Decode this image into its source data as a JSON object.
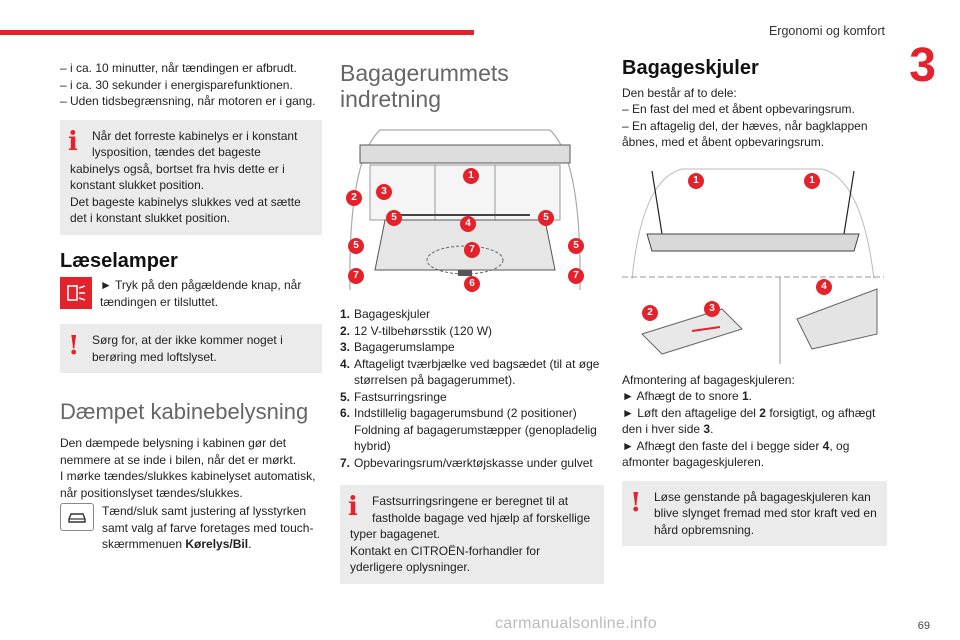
{
  "header": {
    "section": "Ergonomi og komfort",
    "chapter": "3"
  },
  "col1": {
    "bullets": [
      "– i ca. 10 minutter, når tændingen er afbrudt.",
      "– i ca. 30 sekunder i energisparefunktionen.",
      "– Uden tidsbegrænsning, når motoren er i gang."
    ],
    "info1_l1": "Når det forreste kabinelys er i konstant",
    "info1_l2": "lysposition, tændes det bageste",
    "info1_rest": "kabinelys også, bortset fra hvis dette er i konstant slukket position.",
    "info1_rest2": "Det bageste kabinelys slukkes ved at sætte det i konstant slukket position.",
    "laeselamper_title": "Læselamper",
    "laeselamper_text": "► Tryk på den pågældende knap, når tændingen er tilsluttet.",
    "warn1": "Sørg for, at der ikke kommer noget i berøring med loftslyset.",
    "daempet_title": "Dæmpet kabinebelysning",
    "daempet_p1": "Den dæmpede belysning i kabinen gør det nemmere at se inde i bilen, når det er mørkt.",
    "daempet_p2": "I mørke tændes/slukkes kabinelyset automatisk, når positionslyset tændes/slukkes.",
    "daempet_p3": "Tænd/sluk samt justering af lysstyrken samt valg af farve foretages med touch-skærmmenuen ",
    "daempet_p3_bold": "Kørelys/Bil",
    "daempet_p3_end": "."
  },
  "col2": {
    "title_l1": "Bagagerummets",
    "title_l2": "indretning",
    "items": [
      {
        "n": "1.",
        "t": "Bagageskjuler"
      },
      {
        "n": "2.",
        "t": "12 V-tilbehørsstik (120 W)"
      },
      {
        "n": "3.",
        "t": "Bagagerumslampe"
      },
      {
        "n": "4.",
        "t": "Aftageligt tværbjælke ved bagsædet (til at øge størrelsen på bagagerummet)."
      },
      {
        "n": "5.",
        "t": "Fastsurringsringe"
      },
      {
        "n": "6.",
        "t": "Indstillelig bagagerumsbund (2 positioner) Foldning af bagagerumstæpper (genopladelig hybrid)"
      },
      {
        "n": "7.",
        "t": "Opbevaringsrum/værktøjskasse under gulvet"
      }
    ],
    "info_l1": "Fastsurringsringene er beregnet til at",
    "info_l2": "fastholde bagage ved hjælp af forskellige",
    "info_rest": "typer bagagenet.",
    "info_rest2": "Kontakt en CITROËN-forhandler for yderligere oplysninger.",
    "fig_labels": [
      "1",
      "2",
      "3",
      "5",
      "4",
      "5",
      "5",
      "5",
      "7",
      "7",
      "6",
      "7"
    ]
  },
  "col3": {
    "title": "Bagageskjuler",
    "intro": "Den består af to dele:",
    "p1": "– En fast del med et åbent opbevaringsrum.",
    "p2": "– En aftagelig del, der hæves, når bagklappen åbnes, med et åbent opbevaringsrum.",
    "afmont": "Afmontering af bagageskjuleren:",
    "s1a": "► Afhægt de to snore ",
    "s1b": "1",
    "s1c": ".",
    "s2a": "► Løft den aftagelige del ",
    "s2b": "2",
    "s2c": " forsigtigt, og afhægt den i hver side ",
    "s2d": "3",
    "s2e": ".",
    "s3a": "► Afhægt den faste del i begge sider ",
    "s3b": "4",
    "s3c": ", og afmonter bagageskjuleren.",
    "warn": "Løse genstande på bagageskjuleren kan blive slynget fremad med stor kraft ved en hård opbremsning.",
    "fig_labels": [
      "1",
      "1",
      "2",
      "3",
      "4"
    ]
  },
  "footer": {
    "page": "69",
    "watermark": "carmanualsonline.info"
  }
}
